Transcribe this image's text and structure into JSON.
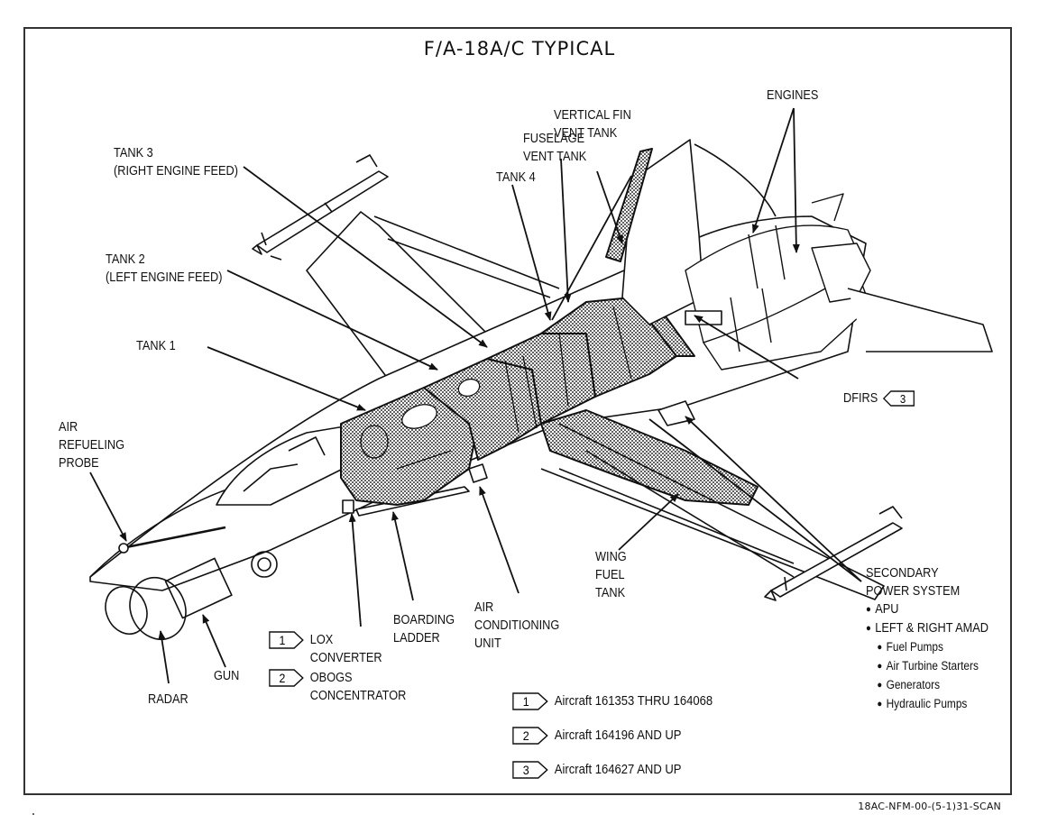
{
  "title": "F/A-18A/C TYPICAL",
  "labels": {
    "vertical_fin_vent_tank": [
      "VERTICAL FIN",
      "VENT TANK"
    ],
    "fuselage_vent_tank": [
      "FUSELAGE",
      "VENT TANK"
    ],
    "engines": [
      "ENGINES"
    ],
    "tank3": [
      "TANK 3",
      "(RIGHT ENGINE FEED)"
    ],
    "tank4": [
      "TANK 4"
    ],
    "tank2": [
      "TANK 2",
      "(LEFT ENGINE FEED)"
    ],
    "tank1": [
      "TANK 1"
    ],
    "air_refueling_probe": [
      "AIR",
      "REFUELING",
      "PROBE"
    ],
    "dfirs": "DFIRS",
    "dfirs_note_ref": "3",
    "wing_fuel_tank": [
      "WING",
      "FUEL",
      "TANK"
    ],
    "secondary_power_system": {
      "heading": [
        "SECONDARY",
        "POWER SYSTEM"
      ],
      "items": [
        "APU",
        "LEFT & RIGHT AMAD"
      ],
      "subitems": [
        "Fuel Pumps",
        "Air Turbine Starters",
        "Generators",
        "Hydraulic Pumps"
      ]
    },
    "air_conditioning_unit": [
      "AIR",
      "CONDITIONING",
      "UNIT"
    ],
    "boarding_ladder": [
      "BOARDING",
      "LADDER"
    ],
    "lox_converter": {
      "ref": "1",
      "lines": [
        "LOX",
        "CONVERTER"
      ]
    },
    "obogs_concentrator": {
      "ref": "2",
      "lines": [
        "OBOGS",
        "CONCENTRATOR"
      ]
    },
    "radar": "RADAR",
    "gun": "GUN"
  },
  "notes": [
    {
      "ref": "1",
      "text": "Aircraft 161353 THRU 164068"
    },
    {
      "ref": "2",
      "text": "Aircraft 164196 AND UP"
    },
    {
      "ref": "3",
      "text": "Aircraft 164627 AND UP"
    }
  ],
  "document_id": "18AC-NFM-00-(5-1)31-SCAN"
}
